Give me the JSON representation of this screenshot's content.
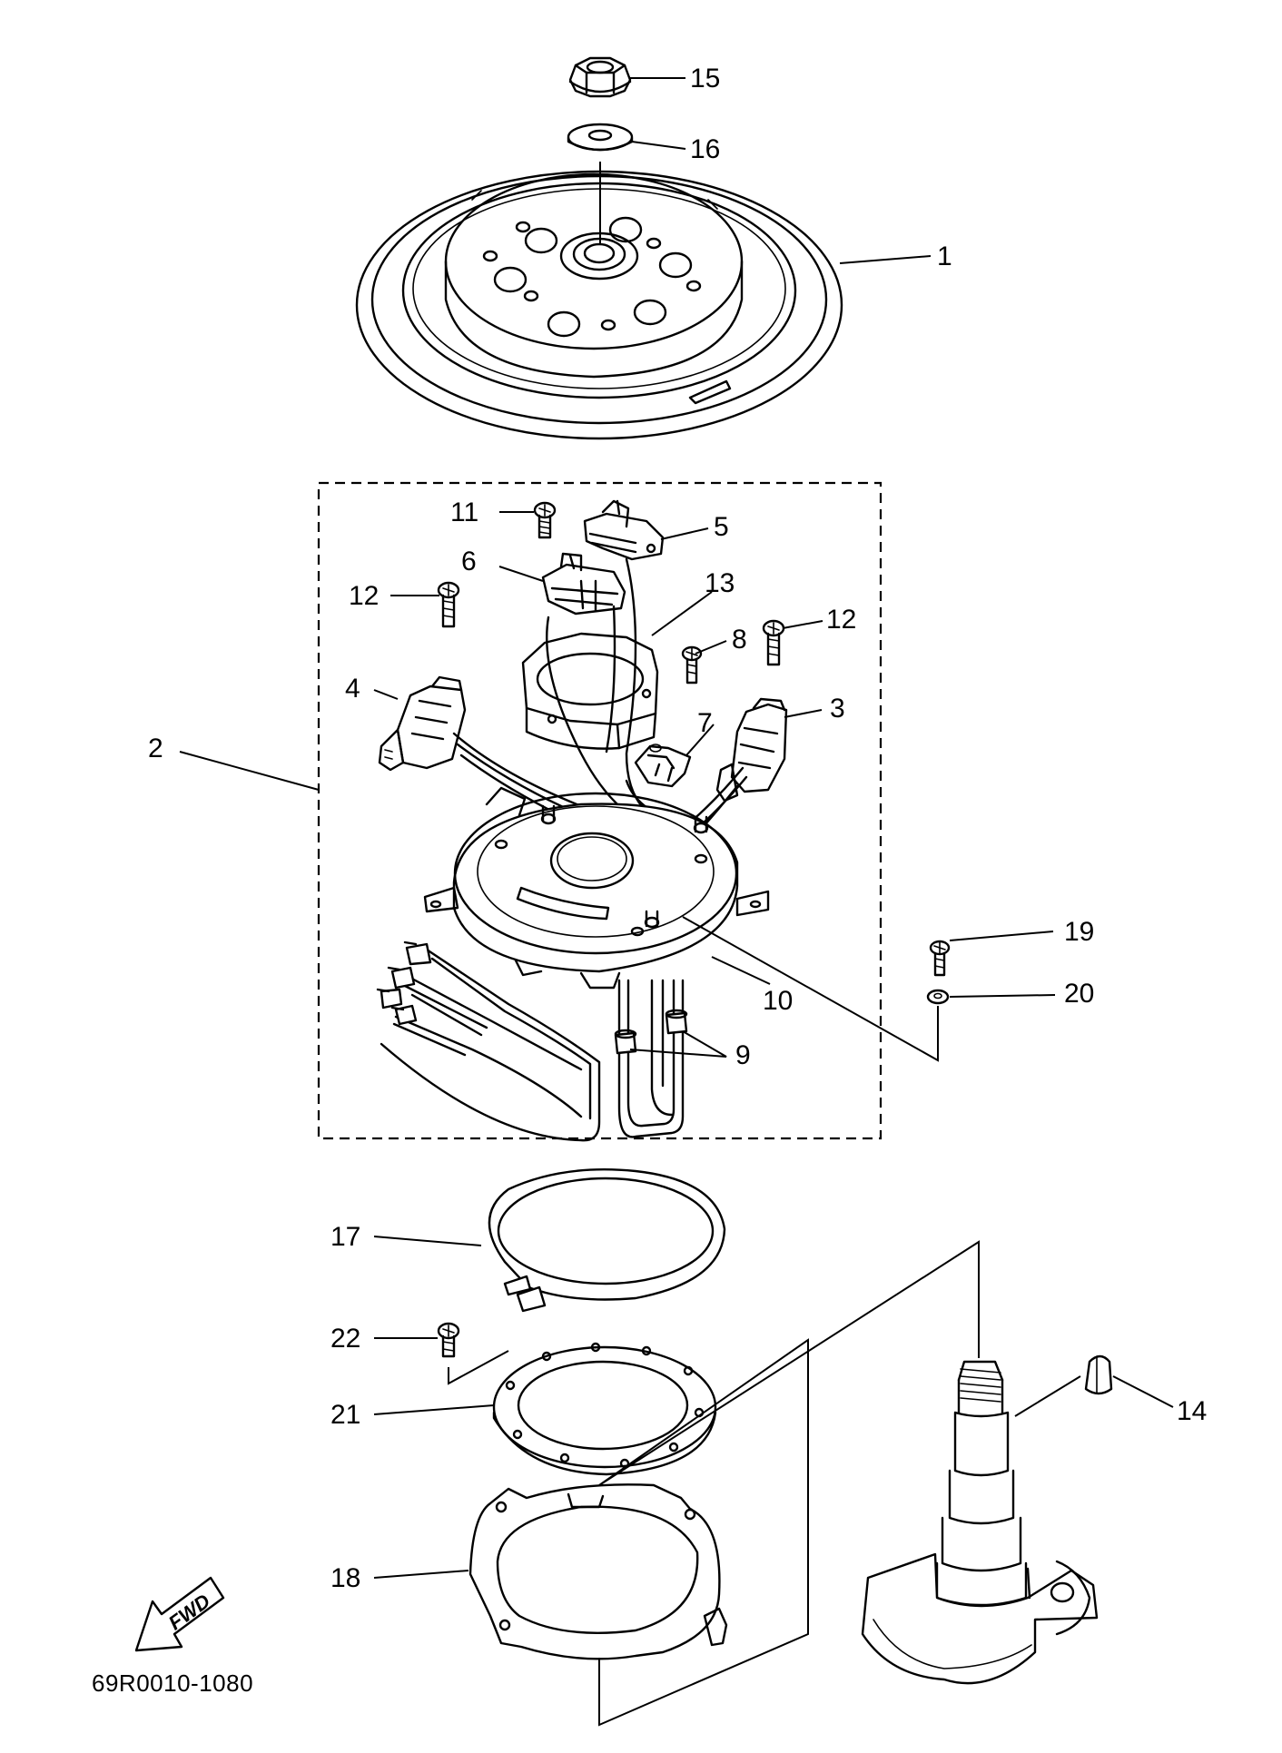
{
  "document": {
    "code": "69R0010-1080"
  },
  "orientation": {
    "arrow_label": "FWD"
  },
  "parts": [
    {
      "number": "1",
      "part": "flywheel"
    },
    {
      "number": "2",
      "part": "base-assembly"
    },
    {
      "number": "3",
      "part": "connector"
    },
    {
      "number": "4",
      "part": "connector"
    },
    {
      "number": "5",
      "part": "coil"
    },
    {
      "number": "6",
      "part": "coil"
    },
    {
      "number": "7",
      "part": "clamp"
    },
    {
      "number": "8",
      "part": "screw"
    },
    {
      "number": "9",
      "part": "grommet"
    },
    {
      "number": "10",
      "part": "base-plate"
    },
    {
      "number": "11",
      "part": "screw"
    },
    {
      "number": "12",
      "part": "screw"
    },
    {
      "number": "13",
      "part": "coil-holder"
    },
    {
      "number": "14",
      "part": "key"
    },
    {
      "number": "15",
      "part": "nut"
    },
    {
      "number": "16",
      "part": "washer"
    },
    {
      "number": "17",
      "part": "retaining-ring"
    },
    {
      "number": "18",
      "part": "plate"
    },
    {
      "number": "19",
      "part": "screw"
    },
    {
      "number": "20",
      "part": "washer"
    },
    {
      "number": "21",
      "part": "plate"
    },
    {
      "number": "22",
      "part": "screw"
    }
  ]
}
